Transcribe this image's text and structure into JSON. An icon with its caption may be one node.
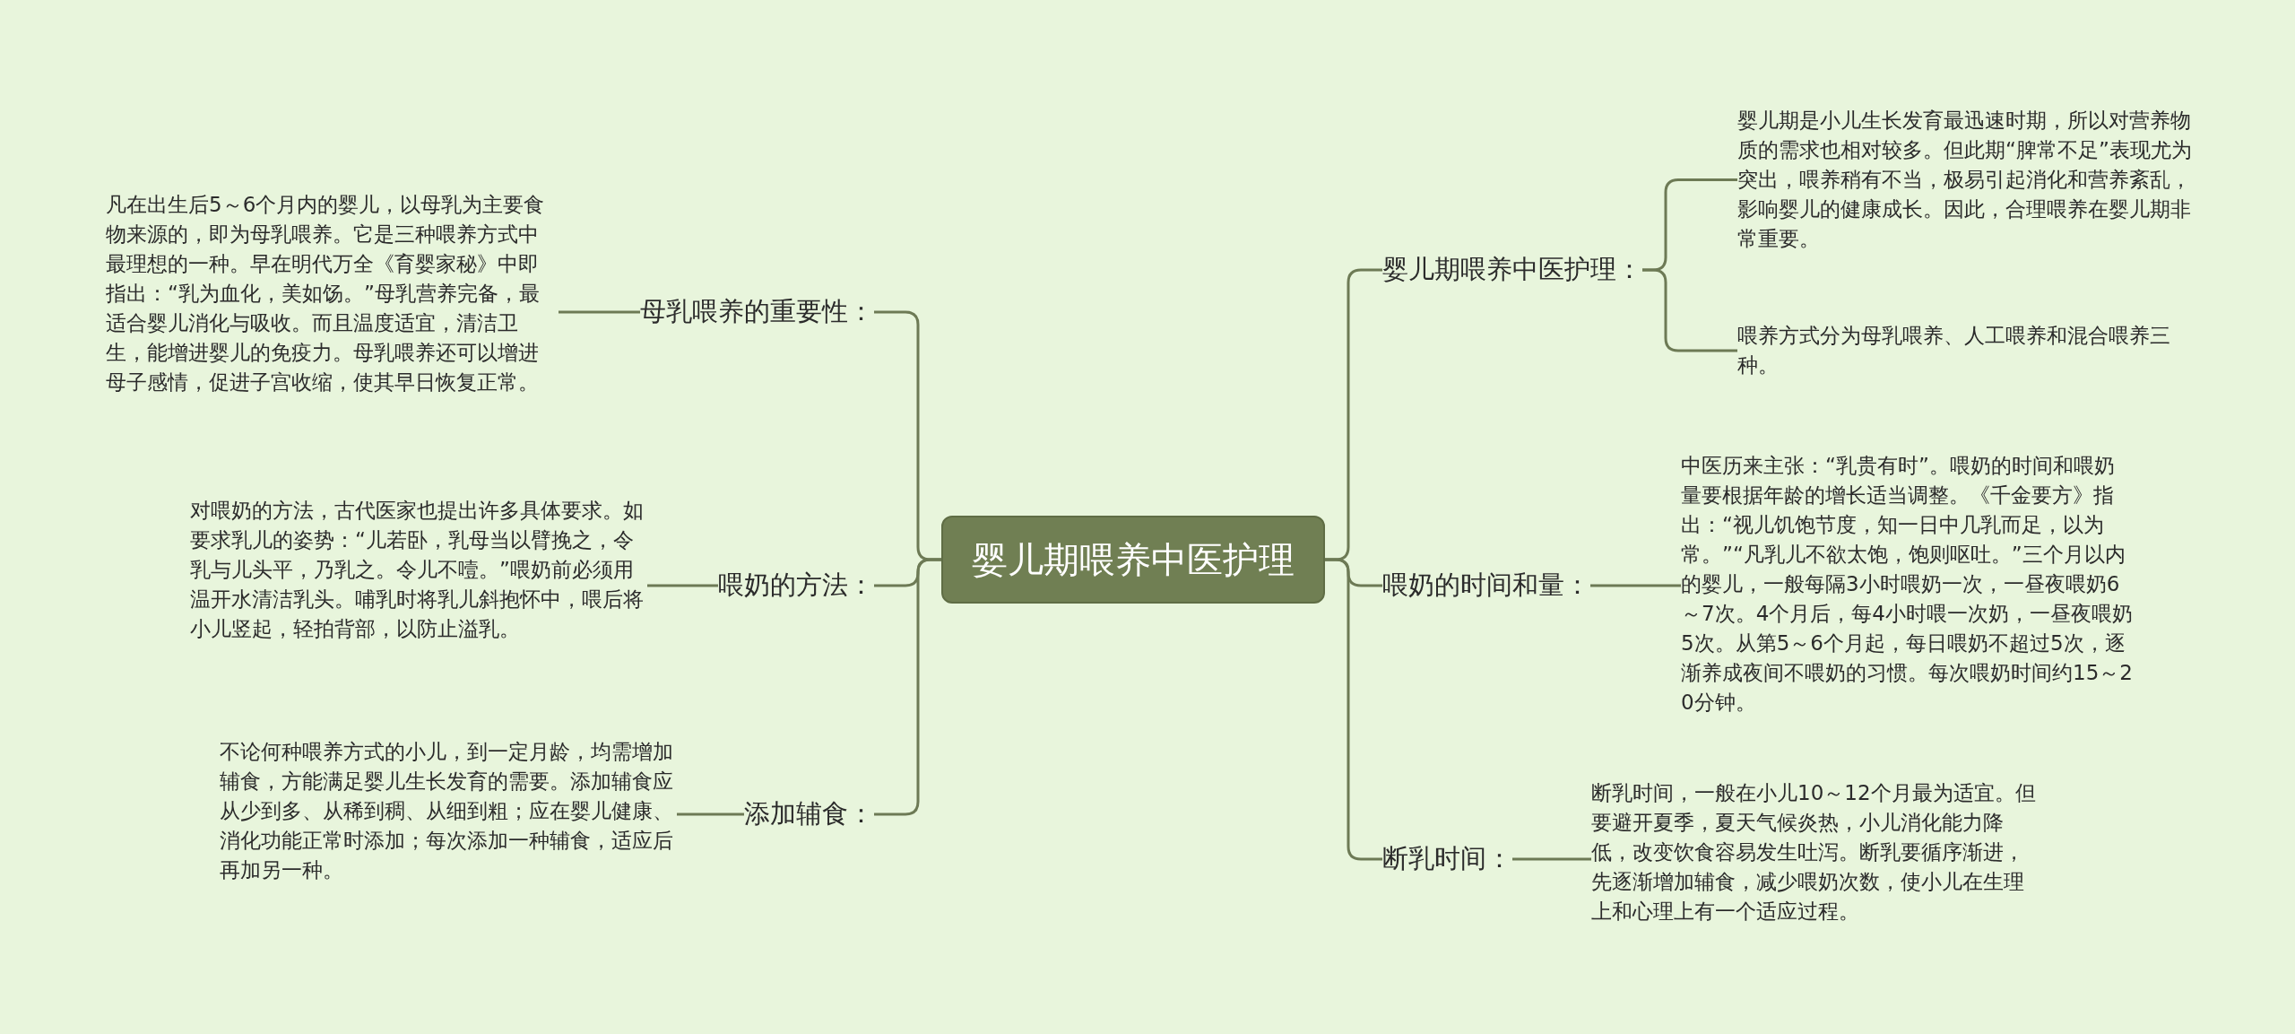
{
  "diagram": {
    "nodes": [
      {
        "text": [
          "婴儿期喂养中医护理"
        ]
      },
      {
        "text": [
          "母乳喂养的重要性："
        ]
      },
      {
        "text": [
          "凡在出生后5～6个月内的婴儿，以母乳为主要食物来源的，即为母乳喂养。它是三种喂养方式中最理想的一种。早在明代万全《育婴家秘》中即指出：“乳为血化，美如饧。”母乳营养完备，最适合婴儿消化与吸收。而且温度适宜，清洁卫生，能增进婴儿的免疫力。母乳喂养还可以增进母子感情，促进子宫收缩，使其早日恢复正常。"
        ]
      },
      {
        "text": [
          "喂奶的方法："
        ]
      },
      {
        "text": [
          "对喂奶的方法，古代医家也提出许多具体要求。如要求乳儿的姿势：“儿若卧，乳母当以臂挽之，令乳与儿头平，乃乳之。令儿不噎。”喂奶前必须用温开水清洁乳头。哺乳时将乳儿斜抱怀中，喂后将小儿竖起，轻拍背部，以防止溢乳。"
        ]
      },
      {
        "text": [
          "添加辅食："
        ]
      },
      {
        "text": [
          "不论何种喂养方式的小儿，到一定月龄，均需增加辅食，方能满足婴儿生长发育的需要。添加辅食应从少到多、从稀到稠、从细到粗；应在婴儿健康、消化功能正常时添加；每次添加一种辅食，适应后再加另一种。"
        ]
      },
      {
        "text": [
          "婴儿期喂养中医护理："
        ]
      },
      {
        "text": [
          "婴儿期是小儿生长发育最迅速时期，所以对营养物质的需求也相对较多。但此期“脾常不足”表现尤为突出，喂养稍有不当，极易引起消化和营养紊乱，影响婴儿的健康成长。因此，合理喂养在婴儿期非常重要。"
        ]
      },
      {
        "text": [
          "喂养方式分为母乳喂养、人工喂养和混合喂养三种。"
        ]
      },
      {
        "text": [
          "喂奶的时间和量："
        ]
      },
      {
        "text": [
          "中医历来主张：“乳贵有时”。喂奶的时间和喂奶量要根据年龄的增长适当调整。《千金要方》指出：“视儿饥饱节度，知一日中几乳而足，以为常。”“凡乳儿不欲太饱，饱则呕吐。”三个月以内的婴儿，一般每隔3小时喂奶一次，一昼夜喂奶6～7次。4个月后，每4小时喂一次奶，一昼夜喂奶5次。从第5～6个月起，每日喂奶不超过5次，逐渐养成夜间不喂奶的习惯。每次喂奶时间约15～20分钟。"
        ]
      },
      {
        "text": [
          "断乳时间："
        ]
      },
      {
        "text": [
          "断乳时间，一般在小儿10～12个月最为适宜。但要避开夏季，夏天气候炎热，小儿消化能力降低，改变饮食容易发生吐泻。断乳要循序渐进，先逐渐增加辅食，减少喂奶次数，使小儿在生理上和心理上有一个适应过程。"
        ]
      }
    ],
    "edges": [
      {
        "from": 0,
        "to": 1,
        "arrow": "none"
      },
      {
        "from": 0,
        "to": 3,
        "arrow": "none"
      },
      {
        "from": 0,
        "to": 5,
        "arrow": "none"
      },
      {
        "from": 0,
        "to": 7,
        "arrow": "none"
      },
      {
        "from": 0,
        "to": 10,
        "arrow": "none"
      },
      {
        "from": 0,
        "to": 12,
        "arrow": "none"
      },
      {
        "from": 1,
        "to": 2,
        "arrow": "none"
      },
      {
        "from": 3,
        "to": 4,
        "arrow": "none"
      },
      {
        "from": 5,
        "to": 6,
        "arrow": "none"
      },
      {
        "from": 7,
        "to": 8,
        "arrow": "none"
      },
      {
        "from": 7,
        "to": 9,
        "arrow": "none"
      },
      {
        "from": 10,
        "to": 11,
        "arrow": "none"
      },
      {
        "from": 12,
        "to": 13,
        "arrow": "none"
      }
    ]
  }
}
